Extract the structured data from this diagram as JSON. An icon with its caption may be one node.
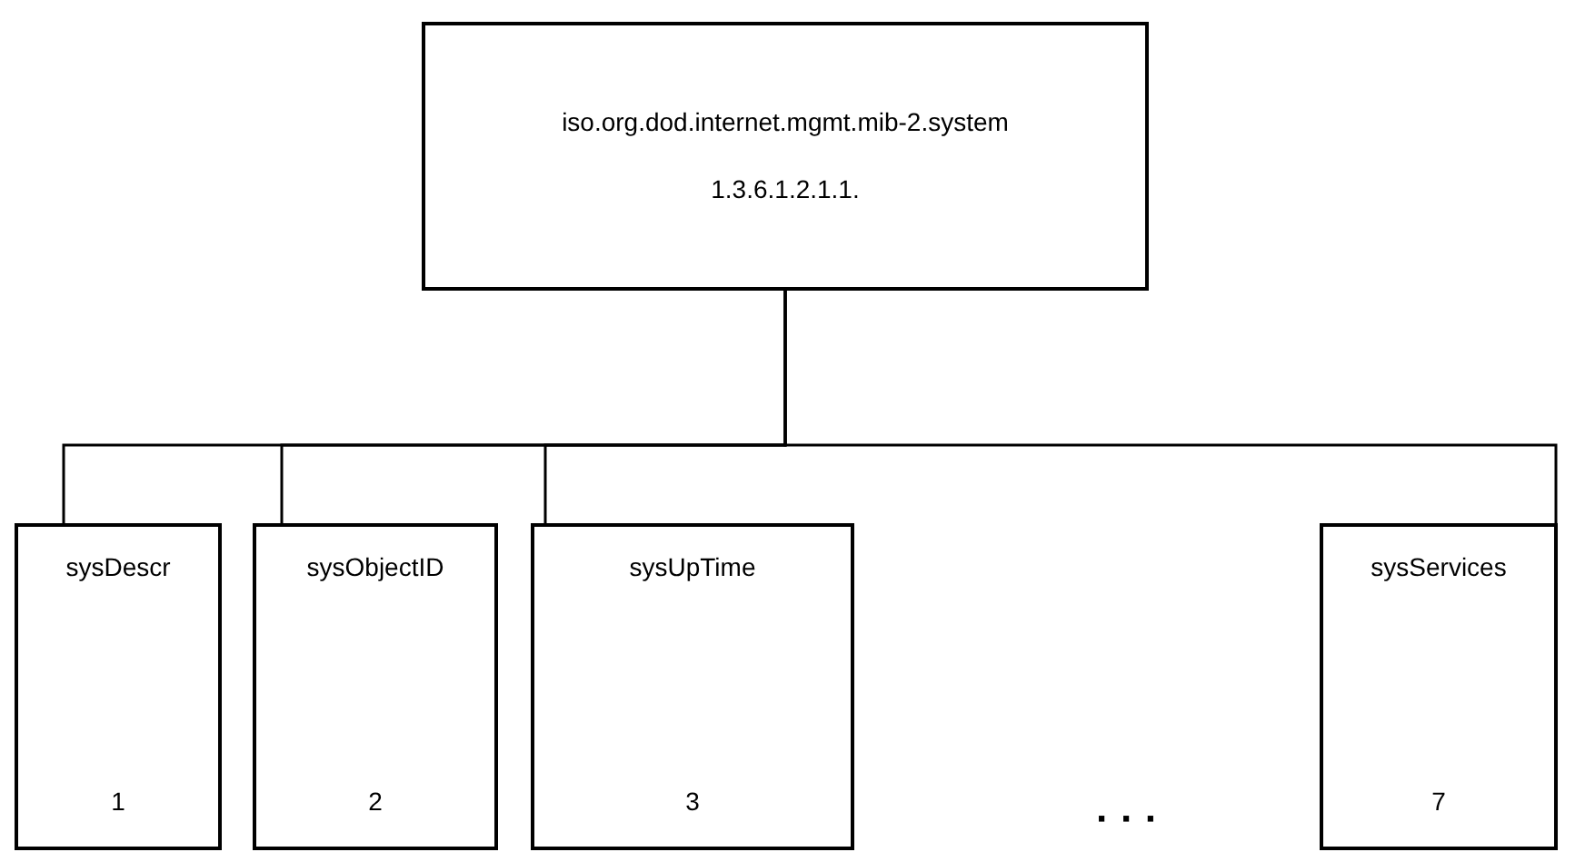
{
  "diagram": {
    "nodes": [
      {
        "text": [
          "iso.org.dod.internet.mgmt.mib-2.system",
          "1.3.6.1.2.1.1."
        ]
      },
      {
        "text": [
          "sysDescr",
          "1"
        ]
      },
      {
        "text": [
          "sysObjectID",
          "2"
        ]
      },
      {
        "text": [
          "sysUpTime",
          "3"
        ]
      },
      {
        "text": [
          "sysServices",
          "7"
        ]
      }
    ],
    "edges": [
      {
        "from": 0,
        "to": 1,
        "arrow": "none"
      },
      {
        "from": 0,
        "to": 2,
        "arrow": "none"
      },
      {
        "from": 0,
        "to": 3,
        "arrow": "none"
      },
      {
        "from": 0,
        "to": 4,
        "arrow": "none"
      }
    ],
    "labels": [
      "· · ·"
    ]
  }
}
